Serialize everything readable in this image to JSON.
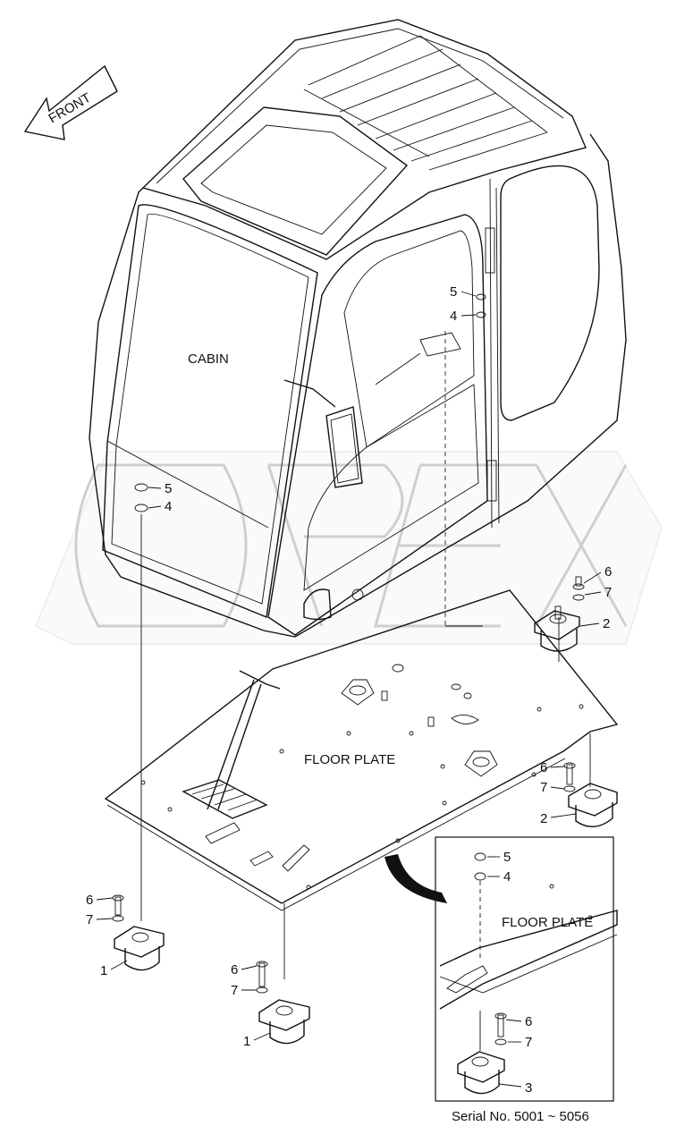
{
  "labels": {
    "front": "FRONT",
    "cabin": "CABIN",
    "floor_plate": "FLOOR PLATE",
    "floor_plate_inset": "FLOOR PLATE",
    "serial": "Serial No. 5001 ~ 5056"
  },
  "callouts": {
    "c5_upper": "5",
    "c4_upper": "4",
    "c5_left": "5",
    "c4_left": "4",
    "c6_rt": "6",
    "c7_rt": "7",
    "c2_rt": "2",
    "c6_rm": "6",
    "c7_rm": "7",
    "c2_rm": "2",
    "c6_bl": "6",
    "c7_bl": "7",
    "c1_bl": "1",
    "c6_bc": "6",
    "c7_bc": "7",
    "c1_bc": "1",
    "c5_in": "5",
    "c4_in": "4",
    "c6_in": "6",
    "c7_in": "7",
    "c3_in": "3"
  },
  "colors": {
    "line": "#111111",
    "watermark": "#cfcfcf"
  }
}
